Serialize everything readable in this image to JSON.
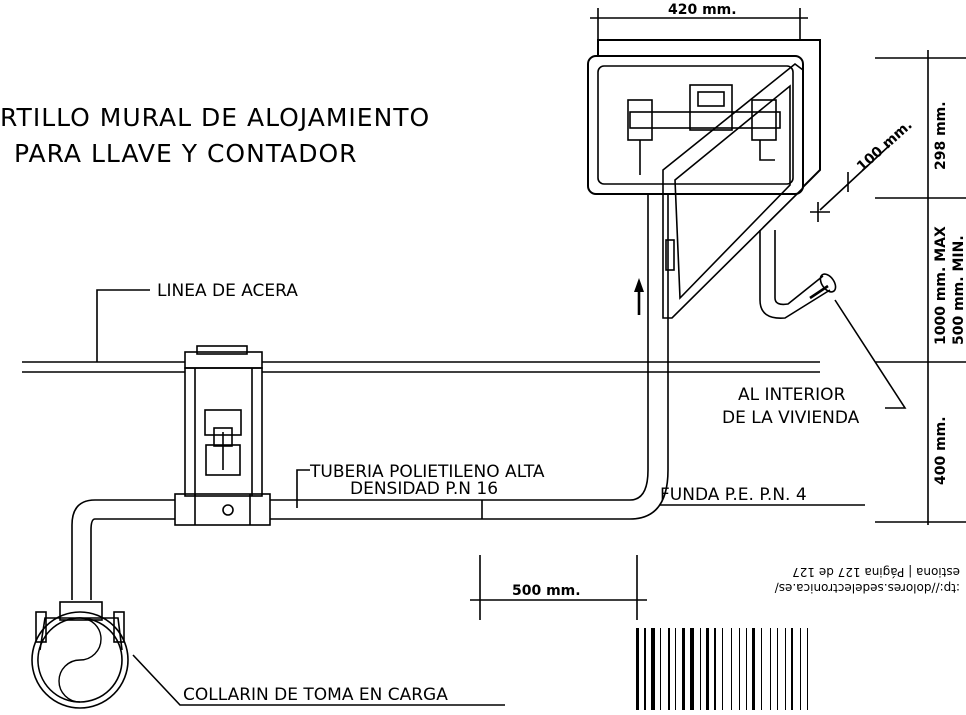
{
  "title": {
    "line1": "RTILLO MURAL DE ALOJAMIENTO",
    "line2": "PARA LLAVE Y CONTADOR"
  },
  "labels": {
    "linea_acera": "LINEA DE ACERA",
    "tuberia_1": "TUBERIA POLIETILENO ALTA",
    "tuberia_2": "DENSIDAD P.N 16",
    "funda": "FUNDA P.E. P.N. 4",
    "interior_1": "AL INTERIOR",
    "interior_2": "DE LA VIVIENDA",
    "collarin": "COLLARIN DE TOMA EN CARGA"
  },
  "dimensions": {
    "width_box": "420 mm.",
    "depth_box": "100 mm.",
    "height_box": "298 mm.",
    "height_range_max": "1000 mm. MAX",
    "height_range_min": "500 mm. MIN.",
    "depth_ground": "400 mm.",
    "offset": "500 mm."
  },
  "stamp": {
    "line1": "estiona | Página 127 de 127",
    "line2": ":tp://dolores.sedelectronica.es/"
  }
}
